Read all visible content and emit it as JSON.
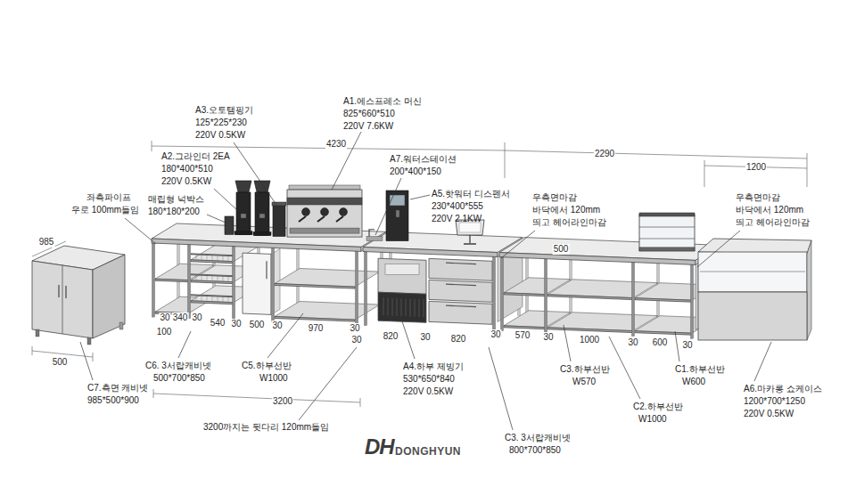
{
  "diagram": {
    "labels": [
      "A1.에스프레소 머신",
      "825*660*510",
      "220V 7.6KW",
      "A3.오토탬핑기",
      "125*225*230",
      "220V 0.5KW",
      "4230",
      "A2.그라인더 2EA",
      "180*400*510",
      "220V 0.5KW",
      "A7.워터스테이션",
      "200*400*150",
      "2290",
      "1200",
      "A5.핫워터 디스펜서",
      "230*400*555",
      "220V 2.1KW",
      "매립형 넉박스",
      "180*180*200",
      "좌측파이프",
      "우로 100mm들임",
      "우측면마감",
      "바닥에서 120mm",
      "띄고 헤어라인마감",
      "우측면마감",
      "바닥에서 120mm",
      "띄고 헤어라인마감",
      "985",
      "500",
      "30",
      "340",
      "30",
      "540",
      "30",
      "500",
      "30",
      "970",
      "100",
      "30",
      "30",
      "820",
      "30",
      "820",
      "30",
      "570",
      "30",
      "1000",
      "30",
      "600",
      "30",
      "C6. 3서랍캐비넷",
      "500*700*850",
      "C5.하부선반",
      "W1000",
      "A4.하부 제빙기",
      "530*650*840",
      "220V 0.5KW",
      "C3.하부선반",
      "W570",
      "C1.하부선반",
      "W600",
      "C7.측면 캐비넷",
      "985*500*900",
      "500",
      "A6.마카롱 쇼케이스",
      "1200*700*1250",
      "220V 0.5KW",
      "3200",
      "C2.하부선반",
      "W1000",
      "3200까지는 뒷다리 120mm들임",
      "C3. 3서랍캐비넷",
      "800*700*850",
      "DH",
      "DONGHYUN"
    ]
  }
}
